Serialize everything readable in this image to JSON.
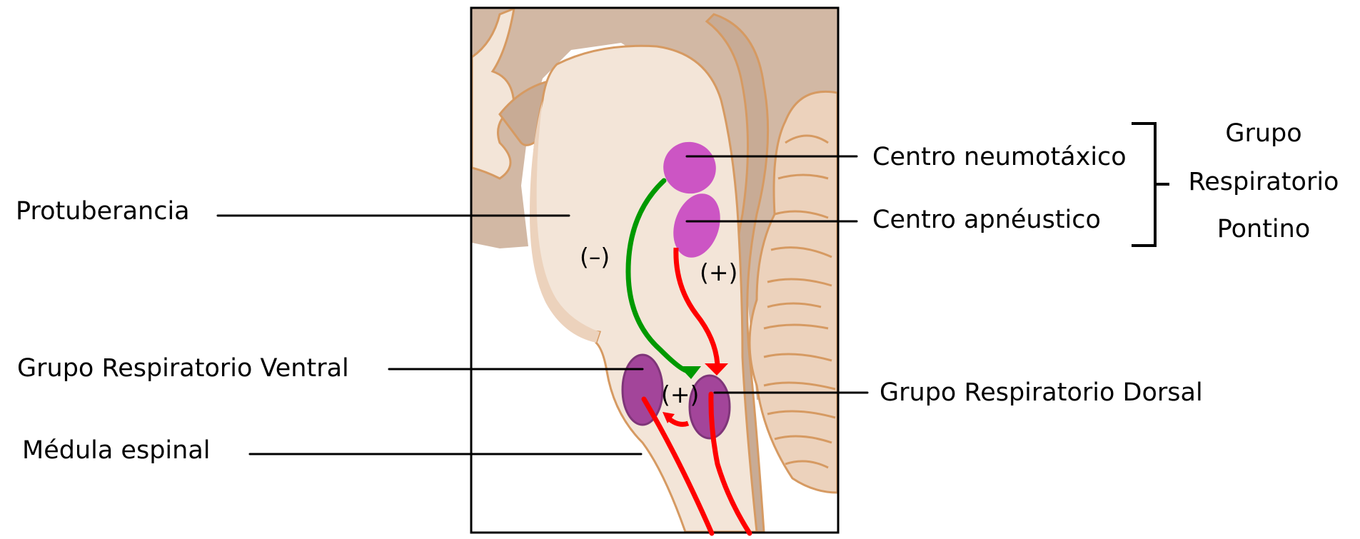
{
  "labels": {
    "protuberancia": "Protuberancia",
    "grupo_ventral": "Grupo Respiratorio Ventral",
    "medula": "Médula espinal",
    "centro_neumotaxico": "Centro neumotáxico",
    "centro_apneustico": "Centro apnéustico",
    "grupo_dorsal": "Grupo Respiratorio Dorsal"
  },
  "bracket_group": {
    "line1": "Grupo",
    "line2": "Respiratorio",
    "line3": "Pontino"
  },
  "signs": {
    "inhibit": "(–)",
    "excite_apneustic": "(+)",
    "excite_dorsal_ventral": "(+)"
  },
  "colors": {
    "pontine_nucleus": "#cc55c4",
    "medullary_nucleus": "#a3459a",
    "inhibitory_arrow": "#009900",
    "excitatory_arrow": "#ff0000",
    "tissue_light": "#f3e5d8",
    "tissue_mid": "#ecd2bc",
    "tissue_dark": "#d2b8a4",
    "tissue_outline": "#d69a62"
  }
}
